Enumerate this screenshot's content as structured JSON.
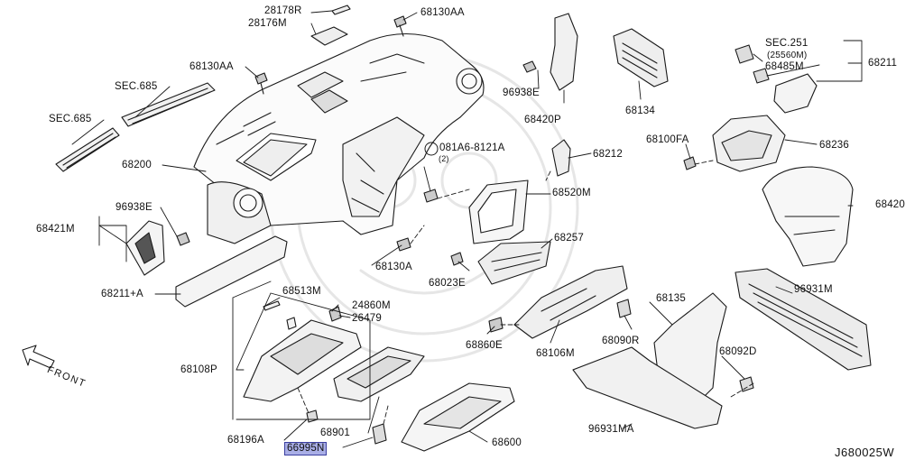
{
  "diagram_id": "J680025W",
  "front_label": "FRONT",
  "highlighted_part": "66995N",
  "labels": {
    "p28178R": "28178R",
    "p28176M": "28176M",
    "p68130AA_top": "68130AA",
    "p68130AA_left": "68130AA",
    "sec685_a": "SEC.685",
    "sec685_b": "SEC.685",
    "p68200": "68200",
    "p96938E_left": "96938E",
    "p68421M": "68421M",
    "p68211A": "68211+A",
    "p68513M": "68513M",
    "p24860M": "24860M",
    "p26479": "26479",
    "p68108P": "68108P",
    "p68196A": "68196A",
    "p66995N": "66995N",
    "p68901": "68901",
    "p68600": "68600",
    "p68130A": "68130A",
    "s081A6": "081A6-8121A",
    "s081A6_qty": "(2)",
    "p96938E_mid": "96938E",
    "p68420P": "68420P",
    "p68212": "68212",
    "p68520M": "68520M",
    "p68257": "68257",
    "p68023E": "68023E",
    "p68860E": "68860E",
    "p68106M": "68106M",
    "p68090R": "68090R",
    "p68134": "68134",
    "sec251": "SEC.251",
    "sec251_sub": "(25560M)",
    "p68485M": "68485M",
    "p68211": "68211",
    "p68100FA": "68100FA",
    "p68236": "68236",
    "p68420": "68420",
    "p96931M": "96931M",
    "p68135": "68135",
    "p68092D": "68092D",
    "p96931MA": "96931MA"
  },
  "colors": {
    "line": "#1a1a1a",
    "highlight_fill": "#a9aee6",
    "highlight_border": "#3b3fa0"
  }
}
